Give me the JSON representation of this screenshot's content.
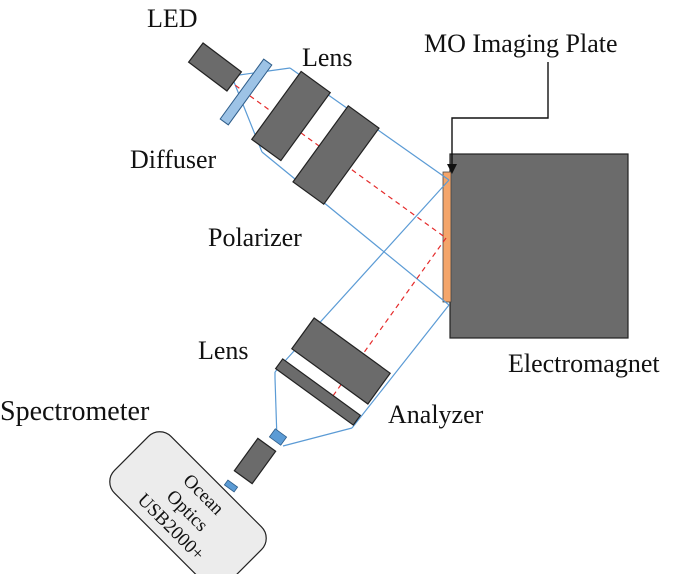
{
  "labels": {
    "led": "LED",
    "lens_top": "Lens",
    "mo_plate": "MO Imaging Plate",
    "diffuser": "Diffuser",
    "polarizer": "Polarizer",
    "lens_bottom": "Lens",
    "electromagnet": "Electromagnet",
    "spectrometer": "Spectrometer",
    "analyzer": "Analyzer"
  },
  "spectrometer_device": {
    "line1": "Ocean",
    "line2": "Optics",
    "line3": "USB2000+"
  },
  "colors": {
    "component_fill": "#6b6b6b",
    "beam_line": "#5b9bd5",
    "center_ray": "#e52b2b",
    "diffuser_fill": "#9dc3e6",
    "mo_plate_fill": "#f4a56a",
    "device_fill": "#ececec"
  }
}
